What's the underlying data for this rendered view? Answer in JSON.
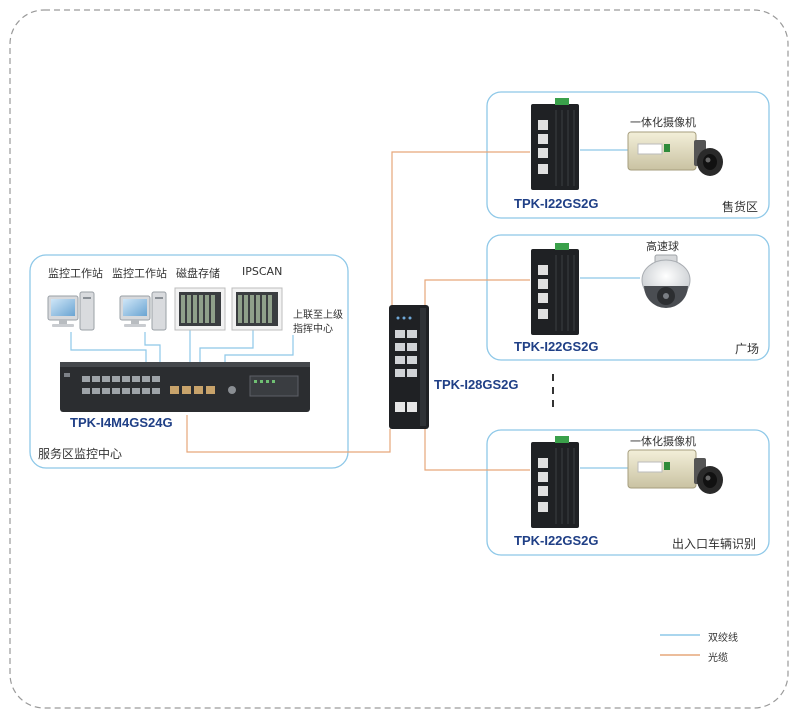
{
  "service_center": {
    "title": "服务区监控中心",
    "devices": [
      "监控工作站",
      "监控工作站",
      "磁盘存储",
      "IPSCAN"
    ],
    "uplink_note_line1": "上联至上级",
    "uplink_note_line2": "指挥中心",
    "core_switch_model": "TPK-I4M4GS24G"
  },
  "aggregation_switch_model": "TPK-I28GS2G",
  "sites": [
    {
      "area": "售货区",
      "camera": "一体化摄像机",
      "switch_model": "TPK-I22GS2G"
    },
    {
      "area": "广场",
      "camera": "高速球",
      "switch_model": "TPK-I22GS2G"
    },
    {
      "area": "出入口车辆识别",
      "camera": "一体化摄像机",
      "switch_model": "TPK-I22GS2G"
    }
  ],
  "legend": {
    "twisted_pair": "双绞线",
    "fiber": "光缆"
  },
  "colors": {
    "twisted_pair": "#8ec8e8",
    "fiber": "#e6a77a",
    "panel_border": "#8ec8e8",
    "model_text": "#1f3f86"
  }
}
